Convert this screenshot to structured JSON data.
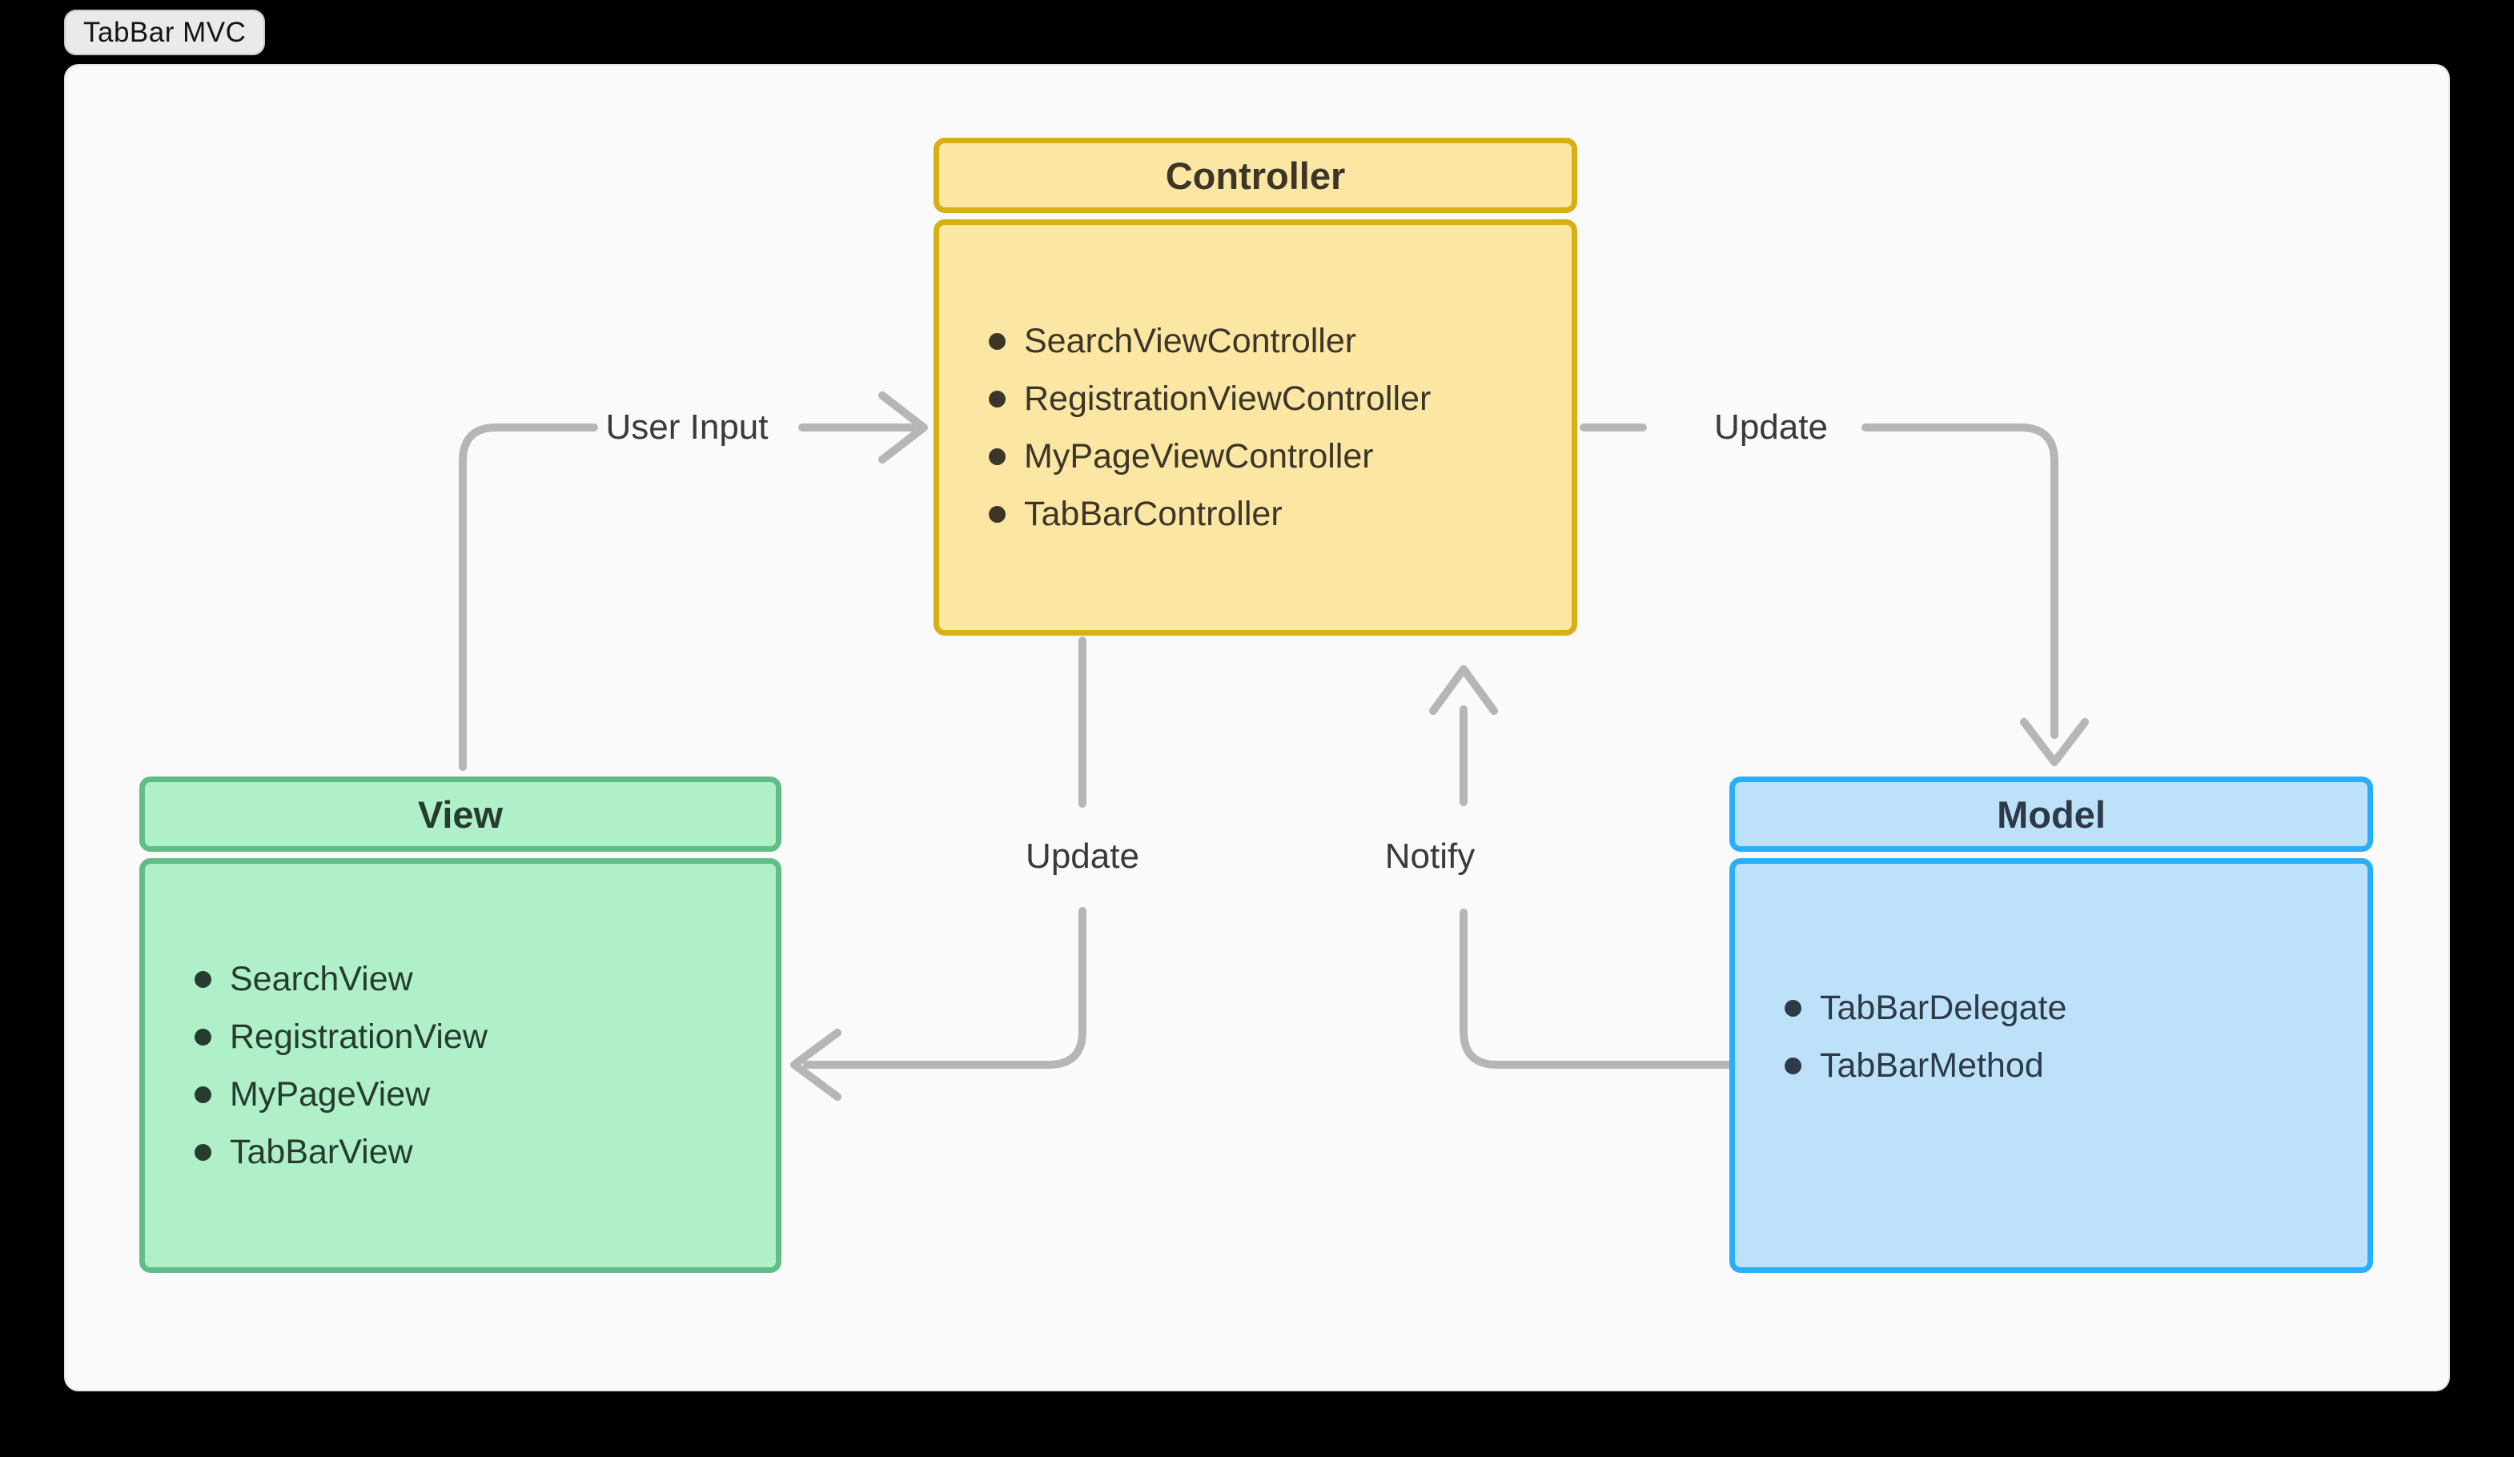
{
  "window": {
    "tab_title": "TabBar MVC"
  },
  "nodes": {
    "controller": {
      "title": "Controller",
      "items": [
        "SearchViewController",
        "RegistrationViewController",
        "MyPageViewController",
        "TabBarController"
      ],
      "border_color": "#D9B013",
      "fill_color": "#FBE6A4",
      "text_color": "#3C3628"
    },
    "view": {
      "title": "View",
      "items": [
        "SearchView",
        "RegistrationView",
        "MyPageView",
        "TabBarView"
      ],
      "border_color": "#5FBE88",
      "fill_color": "#AFF0C9",
      "text_color": "#263C2F"
    },
    "model": {
      "title": "Model",
      "items": [
        "TabBarDelegate",
        "TabBarMethod"
      ],
      "border_color": "#29AEF9",
      "fill_color": "#BEE1FA",
      "text_color": "#2D3A47"
    }
  },
  "edges": {
    "user_input": {
      "label": "User Input",
      "from": "View",
      "to": "Controller"
    },
    "update_to_model": {
      "label": "Update",
      "from": "Controller",
      "to": "Model"
    },
    "update_to_view": {
      "label": "Update",
      "from": "Controller",
      "to": "View"
    },
    "notify": {
      "label": "Notify",
      "from": "Model",
      "to": "Controller"
    }
  },
  "colors": {
    "background": "#000000",
    "canvas": "#FAFAFA",
    "tab_background": "#EAEAEA",
    "arrow": "#B6B6B6",
    "label_text": "#3A3A3A"
  }
}
